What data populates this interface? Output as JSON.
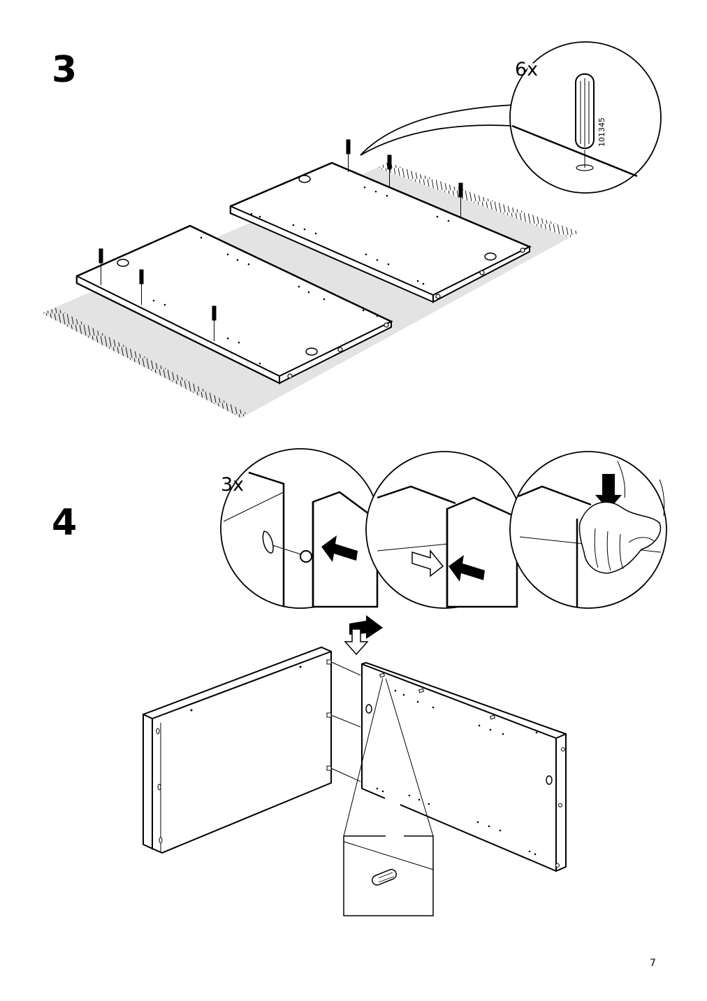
{
  "page": {
    "number": "7"
  },
  "steps": [
    {
      "number": "3",
      "quantity": "6x",
      "part_code": "101345"
    },
    {
      "number": "4",
      "quantity": "3x"
    }
  ]
}
